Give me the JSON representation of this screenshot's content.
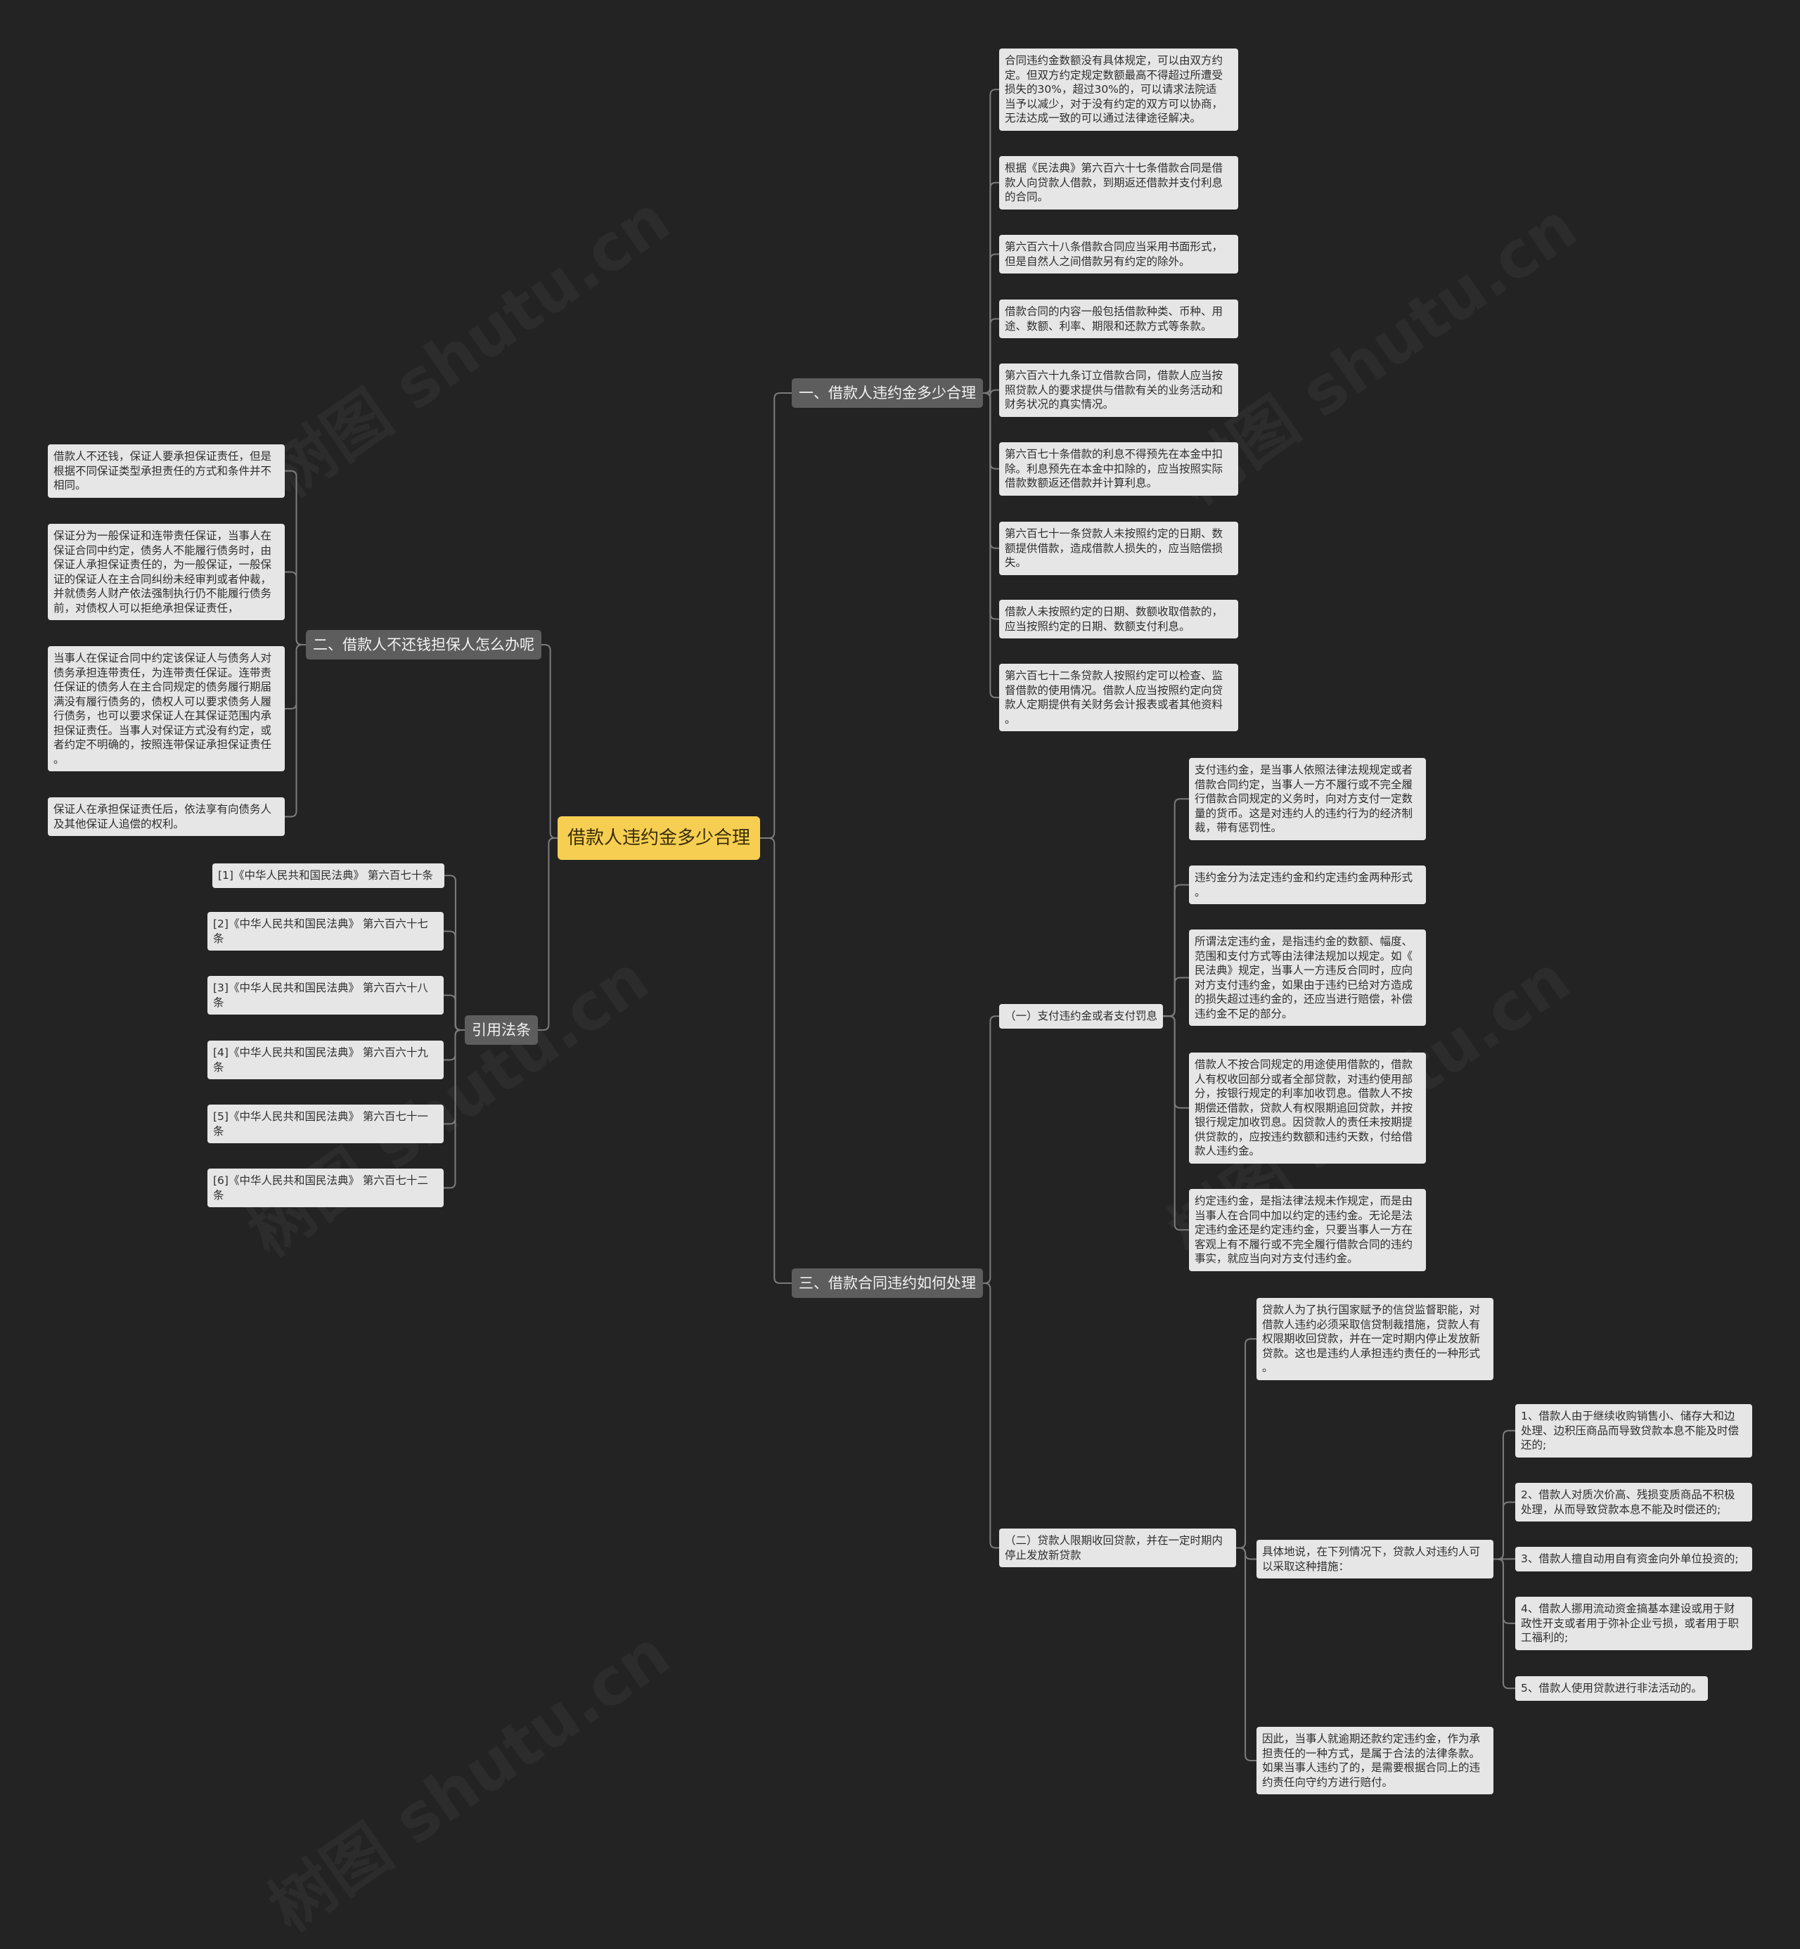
{
  "watermark": "树图 shutu.cn",
  "root": {
    "label": "借款人违约金多少合理"
  },
  "branch1": {
    "label": "一、借款人违约金多少合理",
    "items": [
      "合同违约金数额没有具体规定，可以由双方约\n定。但双方约定规定数额最高不得超过所遭受\n损失的30%，超过30%的，可以请求法院适\n当予以减少，对于没有约定的双方可以协商，\n无法达成一致的可以通过法律途径解决。",
      "根据《民法典》第六百六十七条借款合同是借\n款人向贷款人借款，到期返还借款并支付利息\n的合同。",
      "第六百六十八条借款合同应当采用书面形式，\n但是自然人之间借款另有约定的除外。",
      "借款合同的内容一般包括借款种类、币种、用\n途、数额、利率、期限和还款方式等条款。",
      "第六百六十九条订立借款合同，借款人应当按\n照贷款人的要求提供与借款有关的业务活动和\n财务状况的真实情况。",
      "第六百七十条借款的利息不得预先在本金中扣\n除。利息预先在本金中扣除的，应当按照实际\n借款数额返还借款并计算利息。",
      "第六百七十一条贷款人未按照约定的日期、数\n额提供借款，造成借款人损失的，应当赔偿损\n失。",
      "借款人未按照约定的日期、数额收取借款的，\n应当按照约定的日期、数额支付利息。",
      "第六百七十二条贷款人按照约定可以检查、监\n督借款的使用情况。借款人应当按照约定向贷\n款人定期提供有关财务会计报表或者其他资料\n。"
    ]
  },
  "branch2": {
    "label": "二、借款人不还钱担保人怎么办呢",
    "items": [
      "借款人不还钱，保证人要承担保证责任，但是\n根据不同保证类型承担责任的方式和条件并不\n相同。",
      "保证分为一般保证和连带责任保证，当事人在\n保证合同中约定，债务人不能履行债务时，由\n保证人承担保证责任的，为一般保证，一般保\n证的保证人在主合同纠纷未经审判或者仲裁，\n并就债务人财产依法强制执行仍不能履行债务\n前，对债权人可以拒绝承担保证责任，",
      "当事人在保证合同中约定该保证人与债务人对\n债务承担连带责任，为连带责任保证。连带责\n任保证的债务人在主合同规定的债务履行期届\n满没有履行债务的，债权人可以要求债务人履\n行债务，也可以要求保证人在其保证范围内承\n担保证责任。当事人对保证方式没有约定，或\n者约定不明确的，按照连带保证承担保证责任\n。",
      "保证人在承担保证责任后，依法享有向债务人\n及其他保证人追偿的权利。"
    ]
  },
  "branch3": {
    "label": "三、借款合同违约如何处理",
    "sub1": {
      "label": "（一）支付违约金或者支付罚息",
      "items": [
        "支付违约金，是当事人依照法律法规规定或者\n借款合同约定，当事人一方不履行或不完全履\n行借款合同规定的义务时，向对方支付一定数\n量的货币。这是对违约人的违约行为的经济制\n裁，带有惩罚性。",
        "违约金分为法定违约金和约定违约金两种形式\n。",
        "所谓法定违约金，是指违约金的数额、幅度、\n范围和支付方式等由法律法规加以规定。如《\n民法典》规定，当事人一方违反合同时，应向\n对方支付违约金，如果由于违约已给对方造成\n的损失超过违约金的，还应当进行赔偿，补偿\n违约金不足的部分。",
        "借款人不按合同规定的用途使用借款的，借款\n人有权收回部分或者全部贷款，对违约使用部\n分，按银行规定的利率加收罚息。借款人不按\n期偿还借款，贷款人有权限期追回贷款，并按\n银行规定加收罚息。因贷款人的责任未按期提\n供贷款的，应按违约数额和违约天数，付给借\n款人违约金。",
        "约定违约金，是指法律法规未作规定，而是由\n当事人在合同中加以约定的违约金。无论是法\n定违约金还是约定违约金，只要当事人一方在\n客观上有不履行或不完全履行借款合同的违约\n事实，就应当向对方支付违约金。"
      ]
    },
    "sub2": {
      "label": "（二）贷款人限期收回贷款，并在一定时期内\n停止发放新贷款",
      "intro": "贷款人为了执行国家赋予的信贷监督职能，对\n借款人违约必须采取信贷制裁措施，贷款人有\n权限期收回贷款，并在一定时期内停止发放新\n贷款。这也是违约人承担违约责任的一种形式\n。",
      "measures_label": "具体地说，在下列情况下，贷款人对违约人可\n以采取这种措施：",
      "measures": [
        "1、借款人由于继续收购销售小、储存大和边\n处理、边积压商品而导致贷款本息不能及时偿\n还的;",
        "2、借款人对质次价高、残损变质商品不积极\n处理，从而导致贷款本息不能及时偿还的;",
        "3、借款人擅自动用自有资金向外单位投资的;",
        "4、借款人挪用流动资金搞基本建设或用于财\n政性开支或者用于弥补企业亏损，或者用于职\n工福利的;",
        "5、借款人使用贷款进行非法活动的。"
      ],
      "conclusion": "因此，当事人就逾期还款约定违约金，作为承\n担责任的一种方式，是属于合法的法律条款。\n如果当事人违约了的，是需要根据合同上的违\n约责任向守约方进行赔付。"
    }
  },
  "branch4": {
    "label": "引用法条",
    "items": [
      "[1]《中华人民共和国民法典》 第六百七十条",
      "[2]《中华人民共和国民法典》 第六百六十七\n条",
      "[3]《中华人民共和国民法典》 第六百六十八\n条",
      "[4]《中华人民共和国民法典》 第六百六十九\n条",
      "[5]《中华人民共和国民法典》 第六百七十一\n条",
      "[6]《中华人民共和国民法典》 第六百七十二\n条"
    ]
  },
  "colors": {
    "background": "#232323",
    "root": "#f6cf52",
    "branch": "#5d5d5d",
    "leaf": "#e6e6e6",
    "line": "#7c7c7c"
  }
}
